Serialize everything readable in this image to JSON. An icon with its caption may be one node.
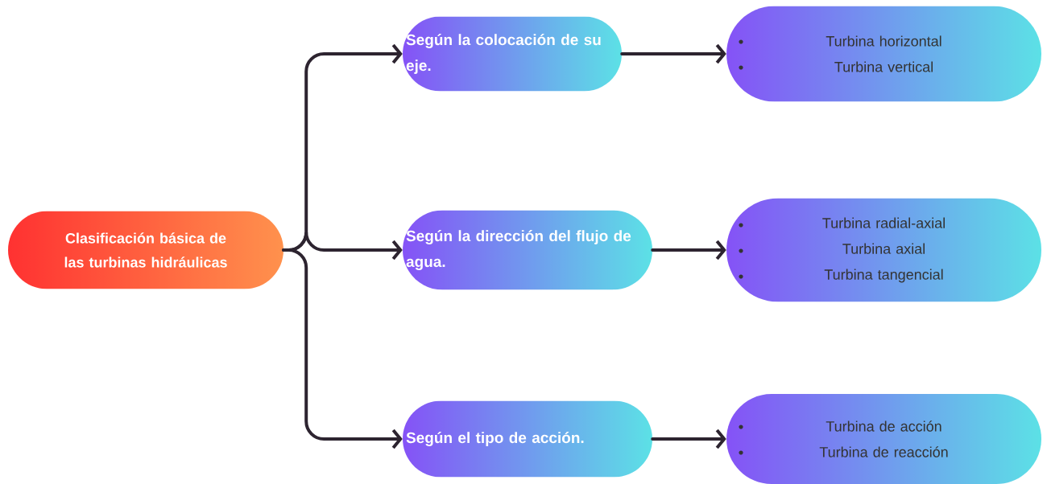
{
  "diagram": {
    "nodes": [
      {
        "text": [
          "Clasificación básica de las turbinas hidráulicas"
        ]
      },
      {
        "text": [
          "Según la colocación de su eje."
        ]
      },
      {
        "text": [
          "Según la dirección del flujo de agua."
        ]
      },
      {
        "text": [
          "Según el tipo de acción."
        ]
      },
      {
        "text": [
          "Turbina horizontal",
          "Turbina vertical"
        ]
      },
      {
        "text": [
          "Turbina radial-axial",
          "Turbina axial",
          "Turbina tangencial"
        ]
      },
      {
        "text": [
          "Turbina de acción",
          "Turbina de reacción"
        ]
      }
    ],
    "edges": [
      {
        "from": 0,
        "to": 1,
        "arrow": "to"
      },
      {
        "from": 0,
        "to": 2,
        "arrow": "to"
      },
      {
        "from": 0,
        "to": 3,
        "arrow": "to"
      },
      {
        "from": 1,
        "to": 4,
        "arrow": "to"
      },
      {
        "from": 2,
        "to": 5,
        "arrow": "to"
      },
      {
        "from": 3,
        "to": 6,
        "arrow": "to"
      }
    ]
  }
}
